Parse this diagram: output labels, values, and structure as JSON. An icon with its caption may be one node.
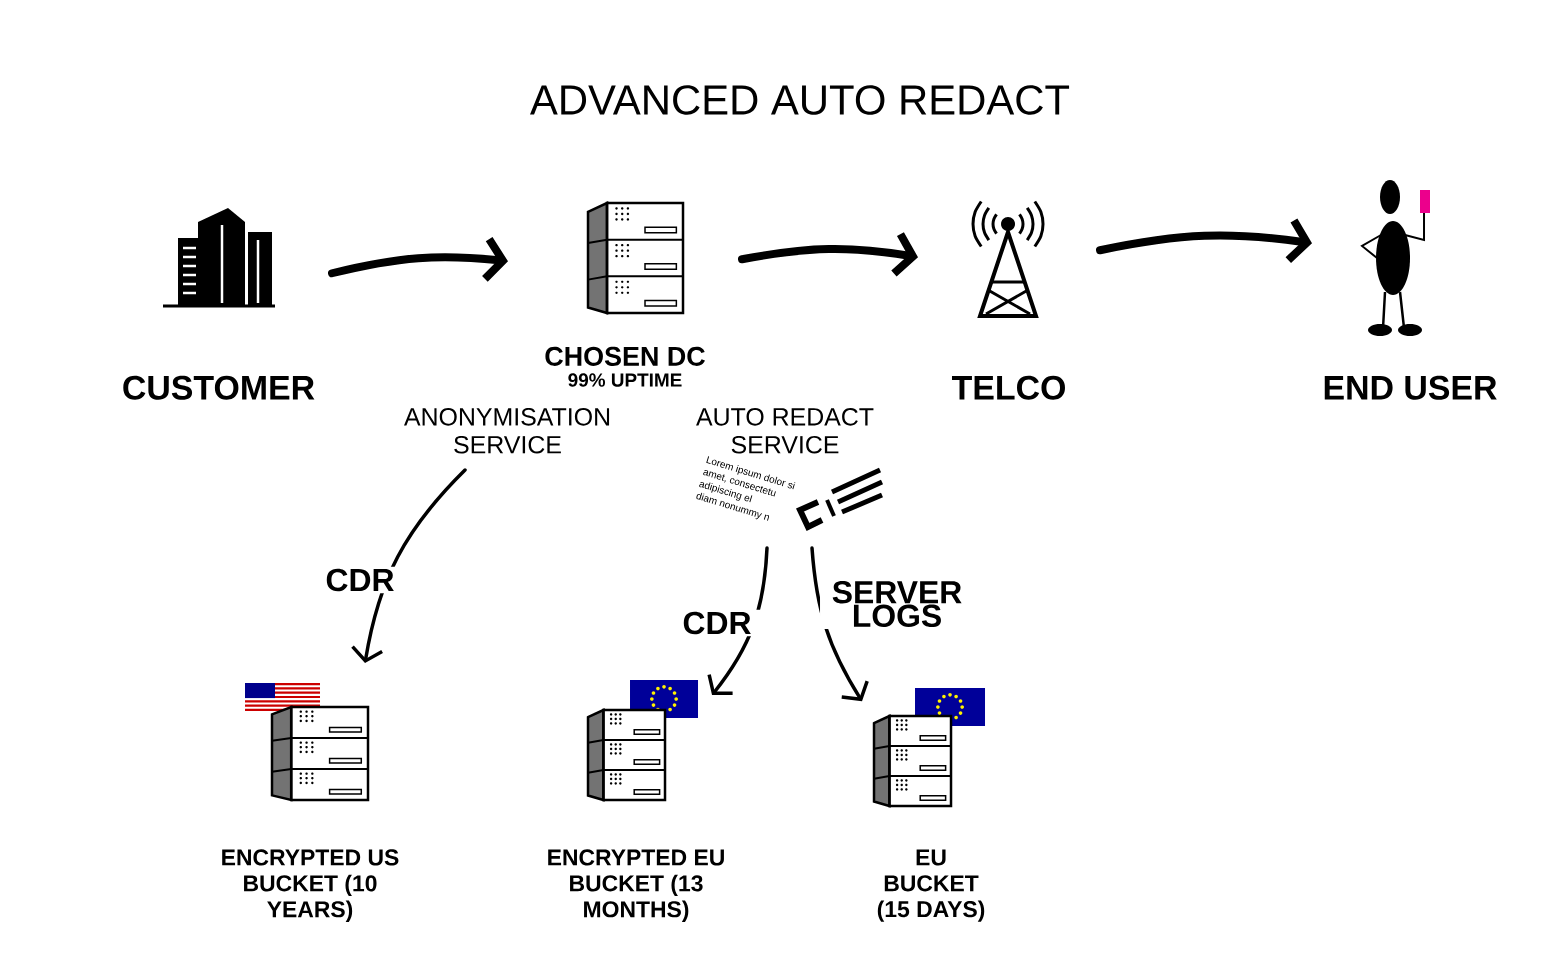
{
  "diagram": {
    "title": "ADVANCED AUTO REDACT",
    "nodes": [
      {
        "text": [
          "CUSTOMER"
        ]
      },
      {
        "text": [
          "CHOSEN DC",
          "99% UPTIME"
        ]
      },
      {
        "text": [
          "TELCO"
        ]
      },
      {
        "text": [
          "END USER"
        ]
      },
      {
        "text": [
          "ANONYMISATION SERVICE"
        ]
      },
      {
        "text": [
          "AUTO REDACT SERVICE"
        ]
      },
      {
        "text": [
          "ENCRYPTED US BUCKET (10 YEARS)"
        ]
      },
      {
        "text": [
          "ENCRYPTED EU BUCKET (13 MONTHS)"
        ]
      },
      {
        "text": [
          "EU BUCKET (15 DAYS)"
        ]
      }
    ],
    "edges": [
      {
        "from": 0,
        "to": 1,
        "arrow": "to",
        "style": "thick"
      },
      {
        "from": 1,
        "to": 2,
        "arrow": "to",
        "style": "thick"
      },
      {
        "from": 2,
        "to": 3,
        "arrow": "to",
        "style": "thick"
      },
      {
        "from": 4,
        "to": 6,
        "arrow": "to",
        "label": "CDR"
      },
      {
        "from": 5,
        "to": 7,
        "arrow": "to",
        "label": "CDR"
      },
      {
        "from": 5,
        "to": 8,
        "arrow": "to",
        "label": "SERVER LOGS"
      }
    ],
    "labels": [
      "Lorem ipsum dolor si",
      "amet, consectetu",
      "adipiscing el",
      "diam nonummy n"
    ]
  }
}
